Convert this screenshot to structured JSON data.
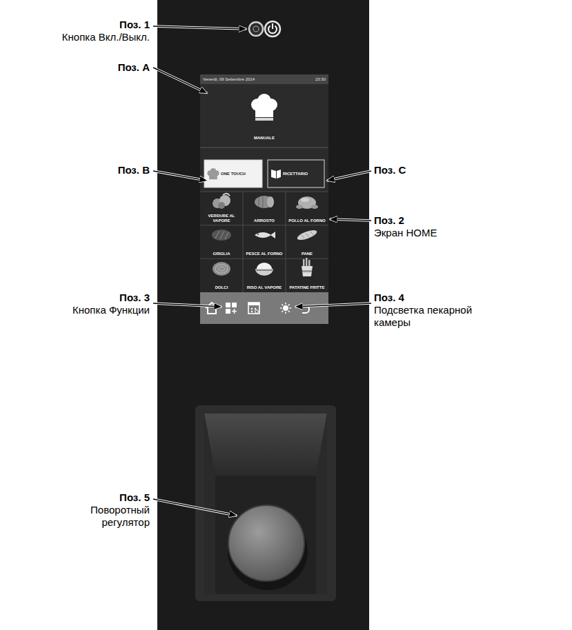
{
  "diagram": {
    "nodes": [
      {
        "text": [
          "Venerdì, 09 Settembre 2014",
          "23:30"
        ]
      },
      {
        "text": [
          "MANUALE"
        ],
        "in": 0
      },
      {
        "text": [
          "ONE TOUCH"
        ],
        "in": 0
      },
      {
        "text": [
          "RICETTARIO"
        ],
        "in": 0
      },
      {
        "text": [
          "VERDURE AL VAPORE"
        ],
        "in": 0
      },
      {
        "text": [
          "ARROSTO"
        ],
        "in": 0
      },
      {
        "text": [
          "POLLO AL FORNO"
        ],
        "in": 0
      },
      {
        "text": [
          "GRIGLIA"
        ],
        "in": 0
      },
      {
        "text": [
          "PESCE AL FORNO"
        ],
        "in": 0
      },
      {
        "text": [
          "PANE"
        ],
        "in": 0
      },
      {
        "text": [
          "DOLCI"
        ],
        "in": 0
      },
      {
        "text": [
          "RISO AL VAPORE"
        ],
        "in": 0
      },
      {
        "text": [
          "PATATINE FRITTE"
        ],
        "in": 0
      }
    ],
    "labels": [
      "Поз. 1",
      "Кнопка Вкл./Выкл.",
      "Поз. A",
      "Поз. B",
      "Поз. C",
      "Поз. 2",
      "Экран HOME",
      "Поз. 3",
      "Кнопка Функции",
      "Поз. 4",
      "Подсветка пекарной камеры",
      "Поз. 5",
      "Поворотный регулятор"
    ]
  }
}
